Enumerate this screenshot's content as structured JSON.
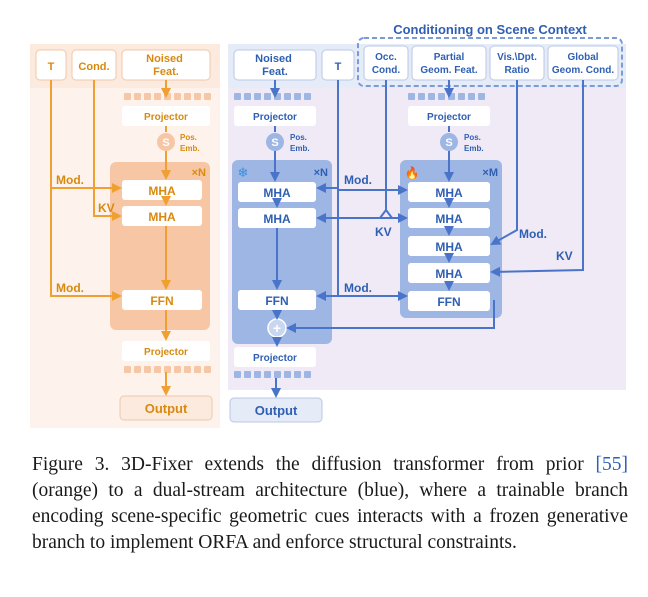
{
  "colors": {
    "orange": "#f0a030",
    "orange_text": "#d88a10",
    "orange_bg": "#fdeadf",
    "orange_block": "#f7c6a4",
    "blue": "#4a74c9",
    "blue_text": "#2f5fb3",
    "blue_block": "#9db6e3",
    "purple_bg": "#efeaf6",
    "caption_ref": "#2f5fb3"
  },
  "left_stream": {
    "inputs": [
      "T",
      "Cond.",
      "Noised\nFeat."
    ],
    "projector_in": "Projector",
    "sum_symbol": "S",
    "pos_emb": "Pos.\nEmb.",
    "repeat": "×N",
    "mod1": "Mod.",
    "kv": "KV",
    "mod2": "Mod.",
    "mha1": "MHA",
    "mha2": "MHA",
    "ffn": "FFN",
    "projector_out": "Projector",
    "output": "Output"
  },
  "frozen_stream": {
    "inputs": [
      "Noised\nFeat.",
      "T"
    ],
    "projector_in": "Projector",
    "sum_symbol": "S",
    "pos_emb": "Pos.\nEmb.",
    "frozen_icon": "❄",
    "repeat": "×N",
    "mha1": "MHA",
    "mha2": "MHA",
    "ffn": "FFN",
    "add_symbol": "+",
    "projector_out": "Projector",
    "output": "Output"
  },
  "trainable_stream": {
    "context_title": "Conditioning on Scene Context",
    "context_inputs": [
      "Occ.\nCond.",
      "Partial\nGeom. Feat.",
      "Vis.\\Dpt.\nRatio",
      "Global\nGeom. Cond."
    ],
    "projector_in": "Projector",
    "sum_symbol": "S",
    "pos_emb": "Pos.\nEmb.",
    "fire_icon": "🔥",
    "repeat": "×M",
    "mha": [
      "MHA",
      "MHA",
      "MHA",
      "MHA"
    ],
    "ffn": "FFN",
    "mod_top": "Mod.",
    "kv_mid": "KV",
    "mod_right": "Mod.",
    "kv_right": "KV",
    "mod_bottom": "Mod."
  },
  "caption": {
    "text_a": "Figure 3.   3D-Fixer extends the diffusion transformer from prior ",
    "ref": "[55]",
    "text_b": " (orange) to a dual-stream architecture (blue), where a trainable branch encoding scene-specific geometric cues interacts with a frozen generative branch to implement ORFA and enforce structural constraints."
  }
}
